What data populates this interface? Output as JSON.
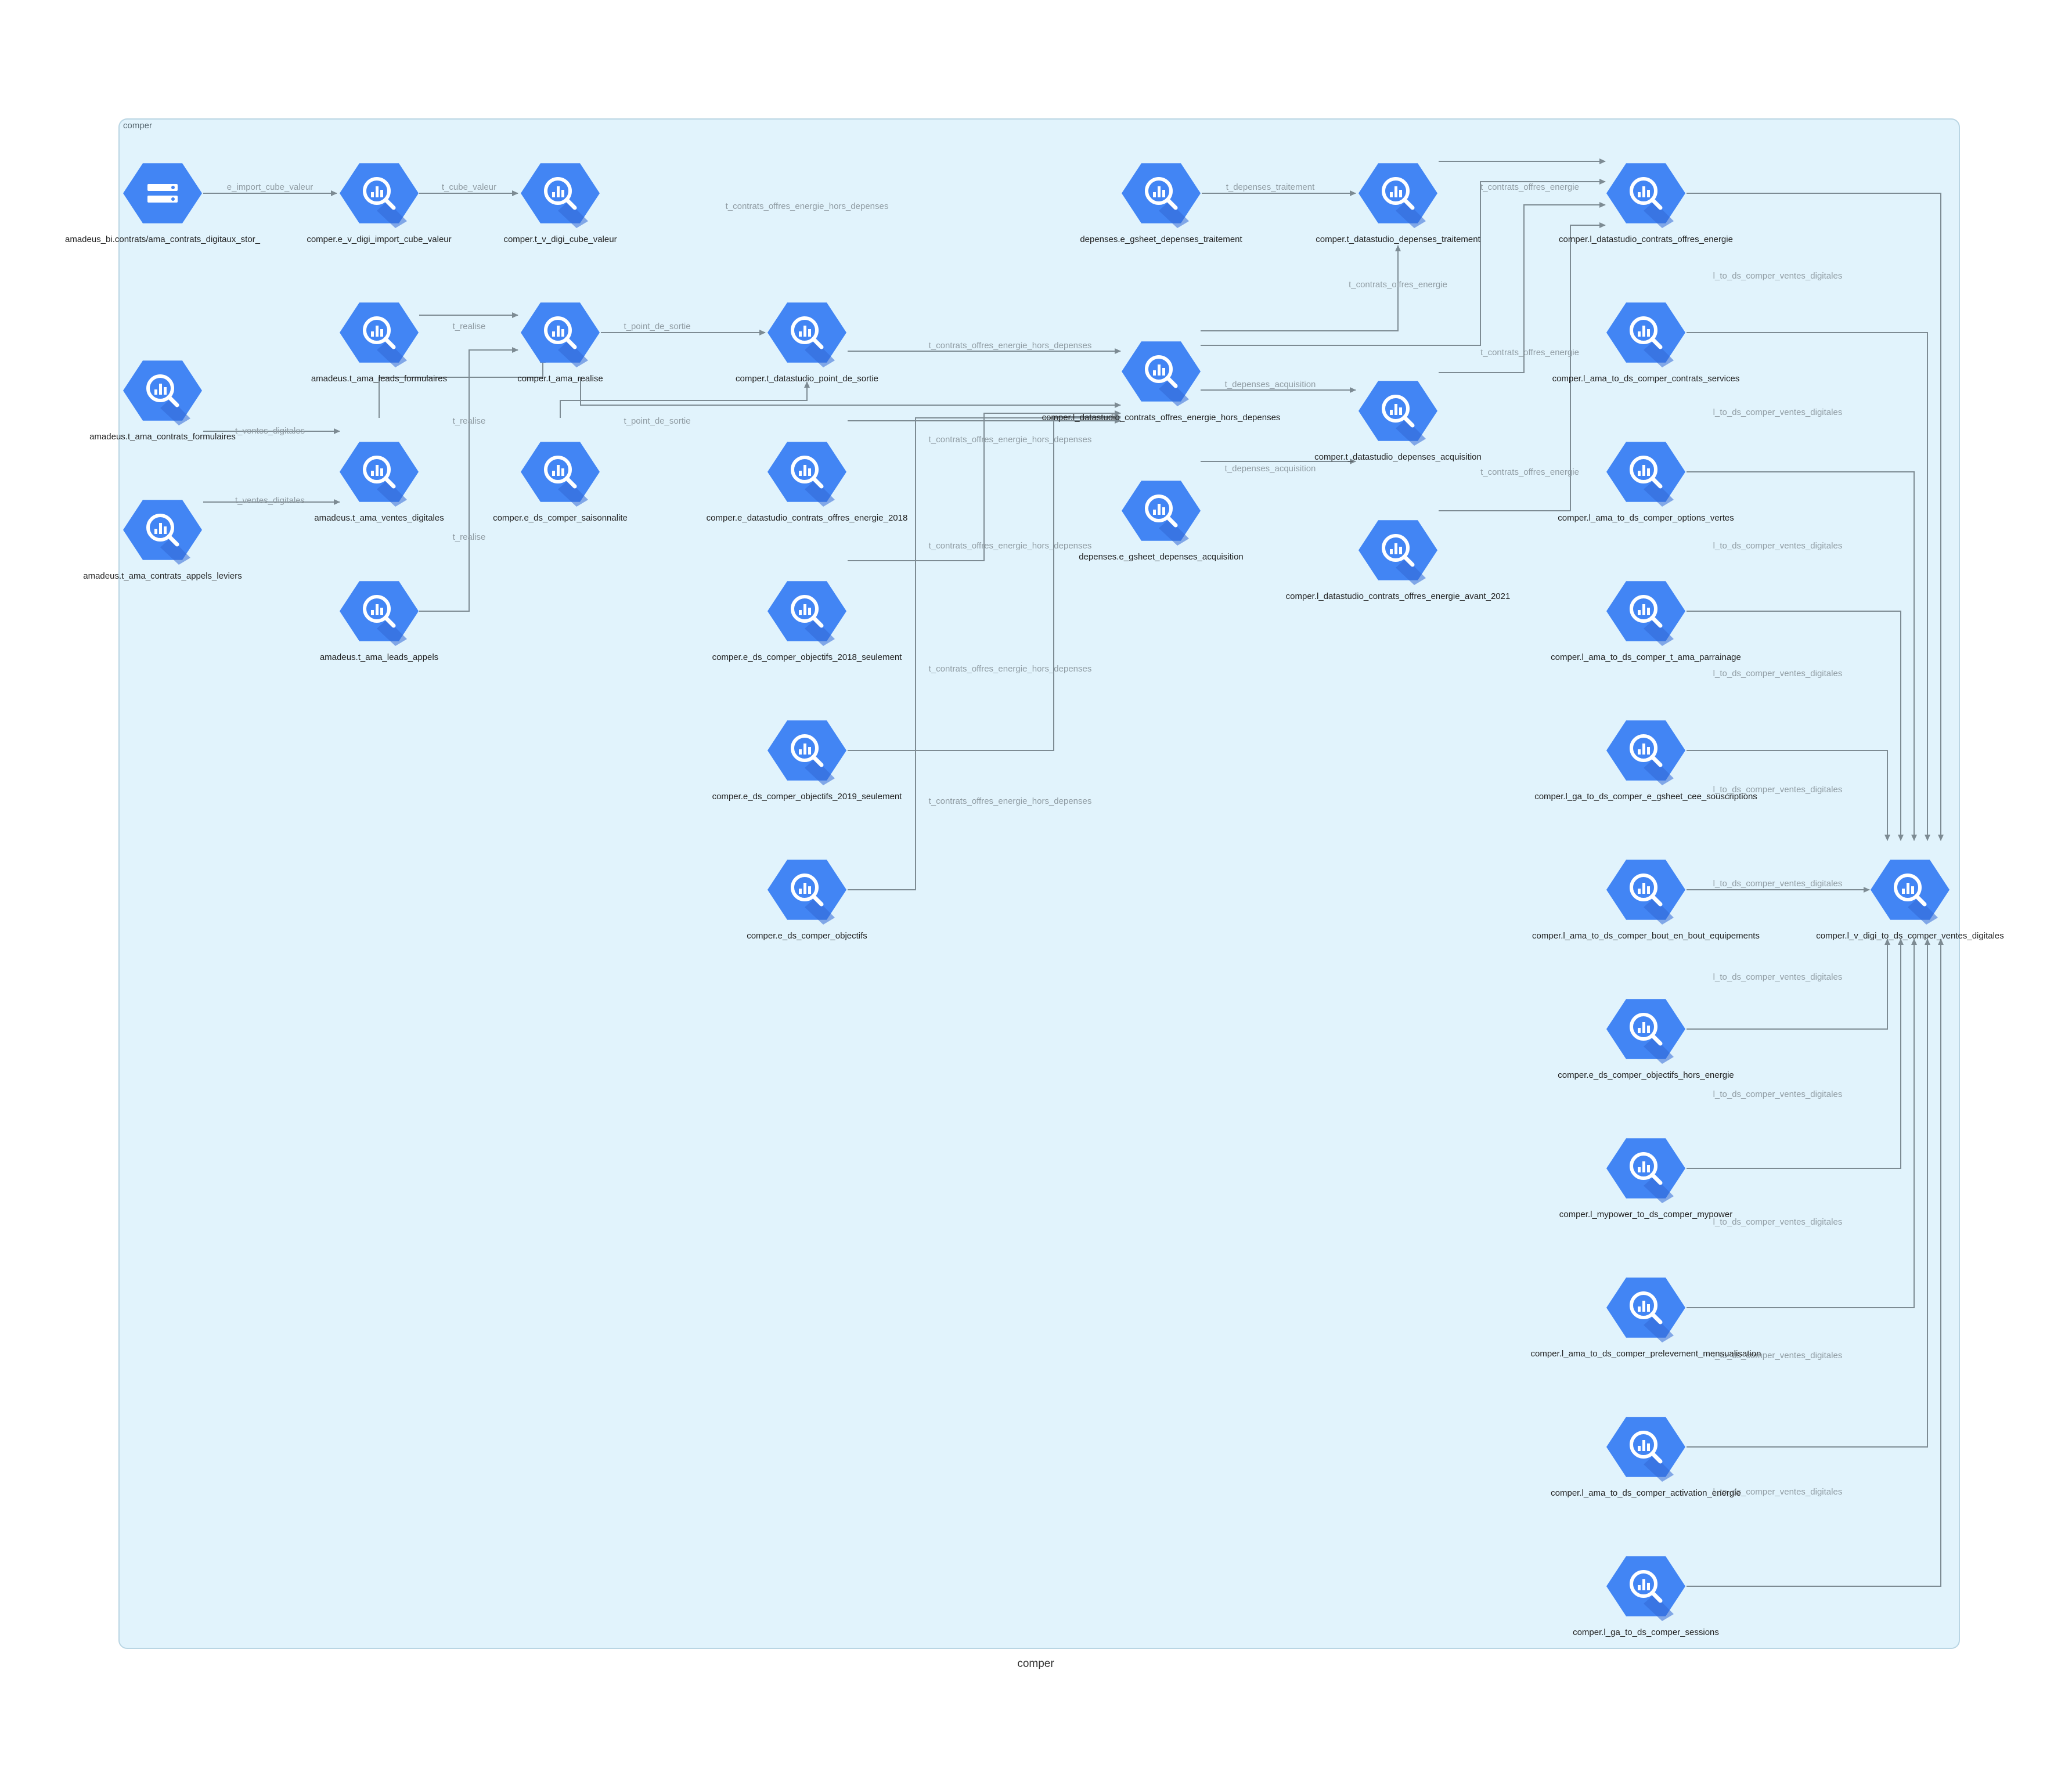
{
  "diagram": {
    "cluster_label": "comper",
    "footer_label": "comper",
    "colors": {
      "node": "#4285f4",
      "node_shadow": "#3367d6",
      "background": "#e1f3fc",
      "edge": "#7d8b93"
    },
    "nodes": [
      {
        "id": "n_stor",
        "label": "amadeus_bi.contrats/ama_contrats_digitaux_stor_",
        "icon": "storage-icon"
      },
      {
        "id": "n_import",
        "label": "comper.e_v_digi_import_cube_valeur",
        "icon": "bigquery-icon"
      },
      {
        "id": "n_cube",
        "label": "comper.t_v_digi_cube_valeur",
        "icon": "bigquery-icon"
      },
      {
        "id": "n_formulaires",
        "label": "amadeus.t_ama_contrats_formulaires",
        "icon": "bigquery-icon"
      },
      {
        "id": "n_appels_leviers",
        "label": "amadeus.t_ama_contrats_appels_leviers",
        "icon": "bigquery-icon"
      },
      {
        "id": "n_leads_form",
        "label": "amadeus.t_ama_leads_formulaires",
        "icon": "bigquery-icon"
      },
      {
        "id": "n_ventes",
        "label": "amadeus.t_ama_ventes_digitales",
        "icon": "bigquery-icon"
      },
      {
        "id": "n_leads_appels",
        "label": "amadeus.t_ama_leads_appels",
        "icon": "bigquery-icon"
      },
      {
        "id": "n_realise",
        "label": "comper.t_ama_realise",
        "icon": "bigquery-icon"
      },
      {
        "id": "n_saison",
        "label": "comper.e_ds_comper_saisonnalite",
        "icon": "bigquery-icon"
      },
      {
        "id": "n_point",
        "label": "comper.t_datastudio_point_de_sortie",
        "icon": "bigquery-icon"
      },
      {
        "id": "n_co2018",
        "label": "comper.e_datastudio_contrats_offres_energie_2018",
        "icon": "bigquery-icon"
      },
      {
        "id": "n_obj2018",
        "label": "comper.e_ds_comper_objectifs_2018_seulement",
        "icon": "bigquery-icon"
      },
      {
        "id": "n_obj2019",
        "label": "comper.e_ds_comper_objectifs_2019_seulement",
        "icon": "bigquery-icon"
      },
      {
        "id": "n_obj",
        "label": "comper.e_ds_comper_objectifs",
        "icon": "bigquery-icon"
      },
      {
        "id": "n_dep_trait",
        "label": "depenses.e_gsheet_depenses_traitement",
        "icon": "bigquery-icon"
      },
      {
        "id": "n_hors",
        "label": "comper.l_datastudio_contrats_offres_energie_hors_depenses",
        "icon": "bigquery-icon"
      },
      {
        "id": "n_dep_acq",
        "label": "depenses.e_gsheet_depenses_acquisition",
        "icon": "bigquery-icon"
      },
      {
        "id": "n_t_trait",
        "label": "comper.t_datastudio_depenses_traitement",
        "icon": "bigquery-icon"
      },
      {
        "id": "n_t_acq",
        "label": "comper.t_datastudio_depenses_acquisition",
        "icon": "bigquery-icon"
      },
      {
        "id": "n_avant2021",
        "label": "comper.l_datastudio_contrats_offres_energie_avant_2021",
        "icon": "bigquery-icon"
      },
      {
        "id": "n_coe",
        "label": "comper.l_datastudio_contrats_offres_energie",
        "icon": "bigquery-icon"
      },
      {
        "id": "n_services",
        "label": "comper.l_ama_to_ds_comper_contrats_services",
        "icon": "bigquery-icon"
      },
      {
        "id": "n_options",
        "label": "comper.l_ama_to_ds_comper_options_vertes",
        "icon": "bigquery-icon"
      },
      {
        "id": "n_parrainage",
        "label": "comper.l_ama_to_ds_comper_t_ama_parrainage",
        "icon": "bigquery-icon"
      },
      {
        "id": "n_cee",
        "label": "comper.l_ga_to_ds_comper_e_gsheet_cee_souscriptions",
        "icon": "bigquery-icon"
      },
      {
        "id": "n_bout",
        "label": "comper.l_ama_to_ds_comper_bout_en_bout_equipements",
        "icon": "bigquery-icon"
      },
      {
        "id": "n_obj_hors",
        "label": "comper.e_ds_comper_objectifs_hors_energie",
        "icon": "bigquery-icon"
      },
      {
        "id": "n_mypower",
        "label": "comper.l_mypower_to_ds_comper_mypower",
        "icon": "bigquery-icon"
      },
      {
        "id": "n_prelev",
        "label": "comper.l_ama_to_ds_comper_prelevement_mensualisation",
        "icon": "bigquery-icon"
      },
      {
        "id": "n_activ",
        "label": "comper.l_ama_to_ds_comper_activation_energie",
        "icon": "bigquery-icon"
      },
      {
        "id": "n_sessions",
        "label": "comper.l_ga_to_ds_comper_sessions",
        "icon": "bigquery-icon"
      },
      {
        "id": "n_final",
        "label": "comper.l_v_digi_to_ds_comper_ventes_digitales",
        "icon": "bigquery-icon"
      }
    ],
    "edge_labels": {
      "e_import_cube_valeur": "e_import_cube_valeur",
      "t_cube_valeur": "t_cube_valeur",
      "t_contrats_offres_energie_hors_depenses": "t_contrats_offres_energie_hors_depenses",
      "t_depenses_traitement": "t_depenses_traitement",
      "t_contrats_offres_energie": "t_contrats_offres_energie",
      "t_realise": "t_realise",
      "t_point_de_sortie": "t_point_de_sortie",
      "t_ventes_digitales": "t_ventes_digitales",
      "t_depenses_acquisition": "t_depenses_acquisition",
      "l_to_ds_comper_ventes_digitales": "l_to_ds_comper_ventes_digitales"
    }
  }
}
